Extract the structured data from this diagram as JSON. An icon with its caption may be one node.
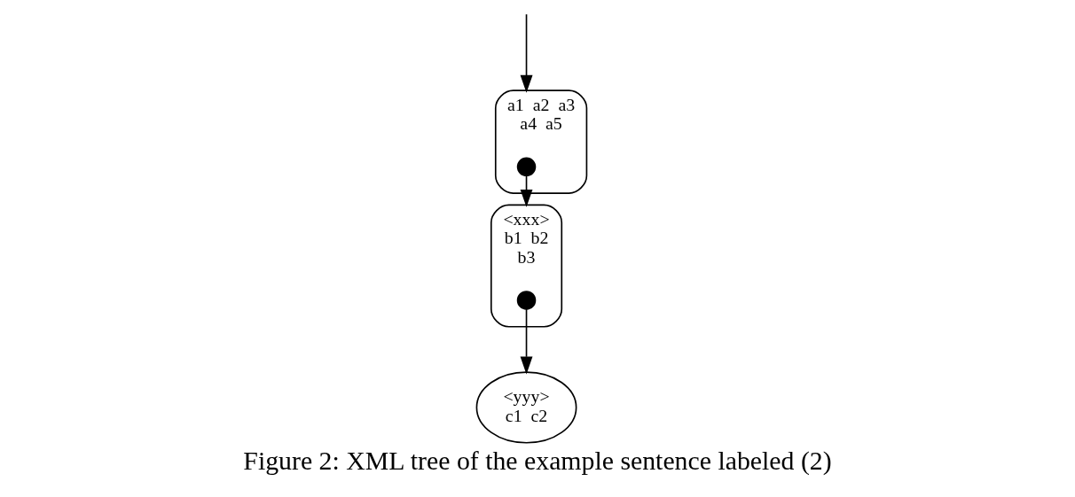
{
  "diagram": {
    "caption": "Figure 2: XML tree of the example sentence labeled (2)",
    "nodes": [
      {
        "text": [
          "a1  a2  a3",
          "a4  a5"
        ]
      },
      {
        "text": [],
        "shape": "circle",
        "in": 0
      },
      {
        "text": [
          "<xxx>",
          "b1  b2",
          "b3"
        ]
      },
      {
        "text": [],
        "shape": "circle",
        "in": 2
      },
      {
        "text": [
          "<yyy>",
          "c1  c2"
        ]
      }
    ],
    "edges": [
      {
        "from": null,
        "to": 0,
        "arrow": "to"
      },
      {
        "from": 1,
        "to": 2,
        "arrow": "to"
      },
      {
        "from": 3,
        "to": 4,
        "arrow": "to"
      }
    ]
  }
}
